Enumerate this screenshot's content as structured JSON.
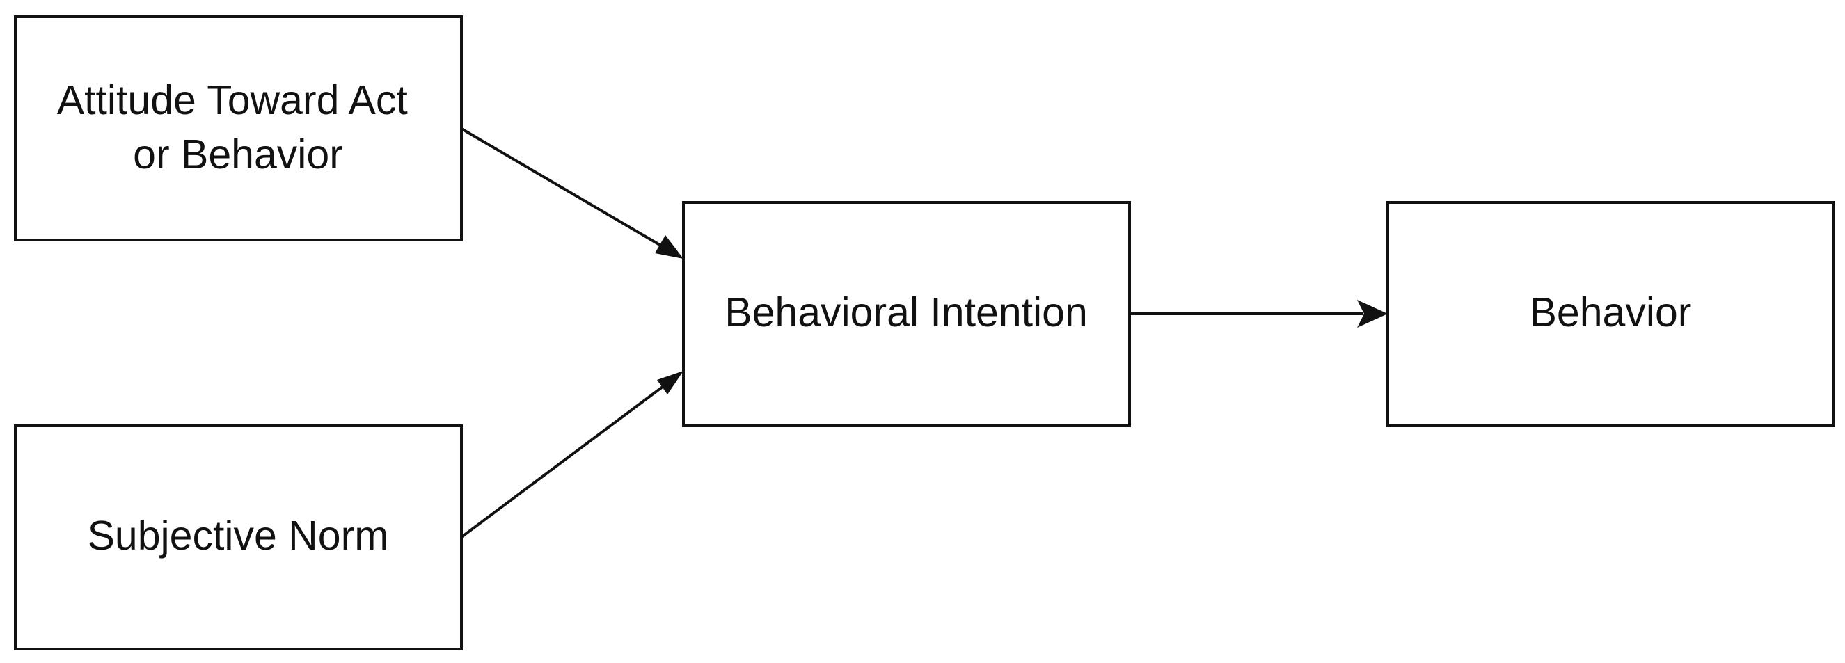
{
  "diagram": {
    "nodes": {
      "attitude": {
        "line1": "Attitude Toward Act",
        "line2": "or Behavior"
      },
      "subjective_norm": {
        "label": "Subjective Norm"
      },
      "intention": {
        "label": "Behavioral Intention"
      },
      "behavior": {
        "label": "Behavior"
      }
    },
    "edges": [
      {
        "from": "Attitude Toward Act or Behavior",
        "to": "Behavioral Intention"
      },
      {
        "from": "Subjective Norm",
        "to": "Behavioral Intention"
      },
      {
        "from": "Behavioral Intention",
        "to": "Behavior"
      }
    ]
  }
}
